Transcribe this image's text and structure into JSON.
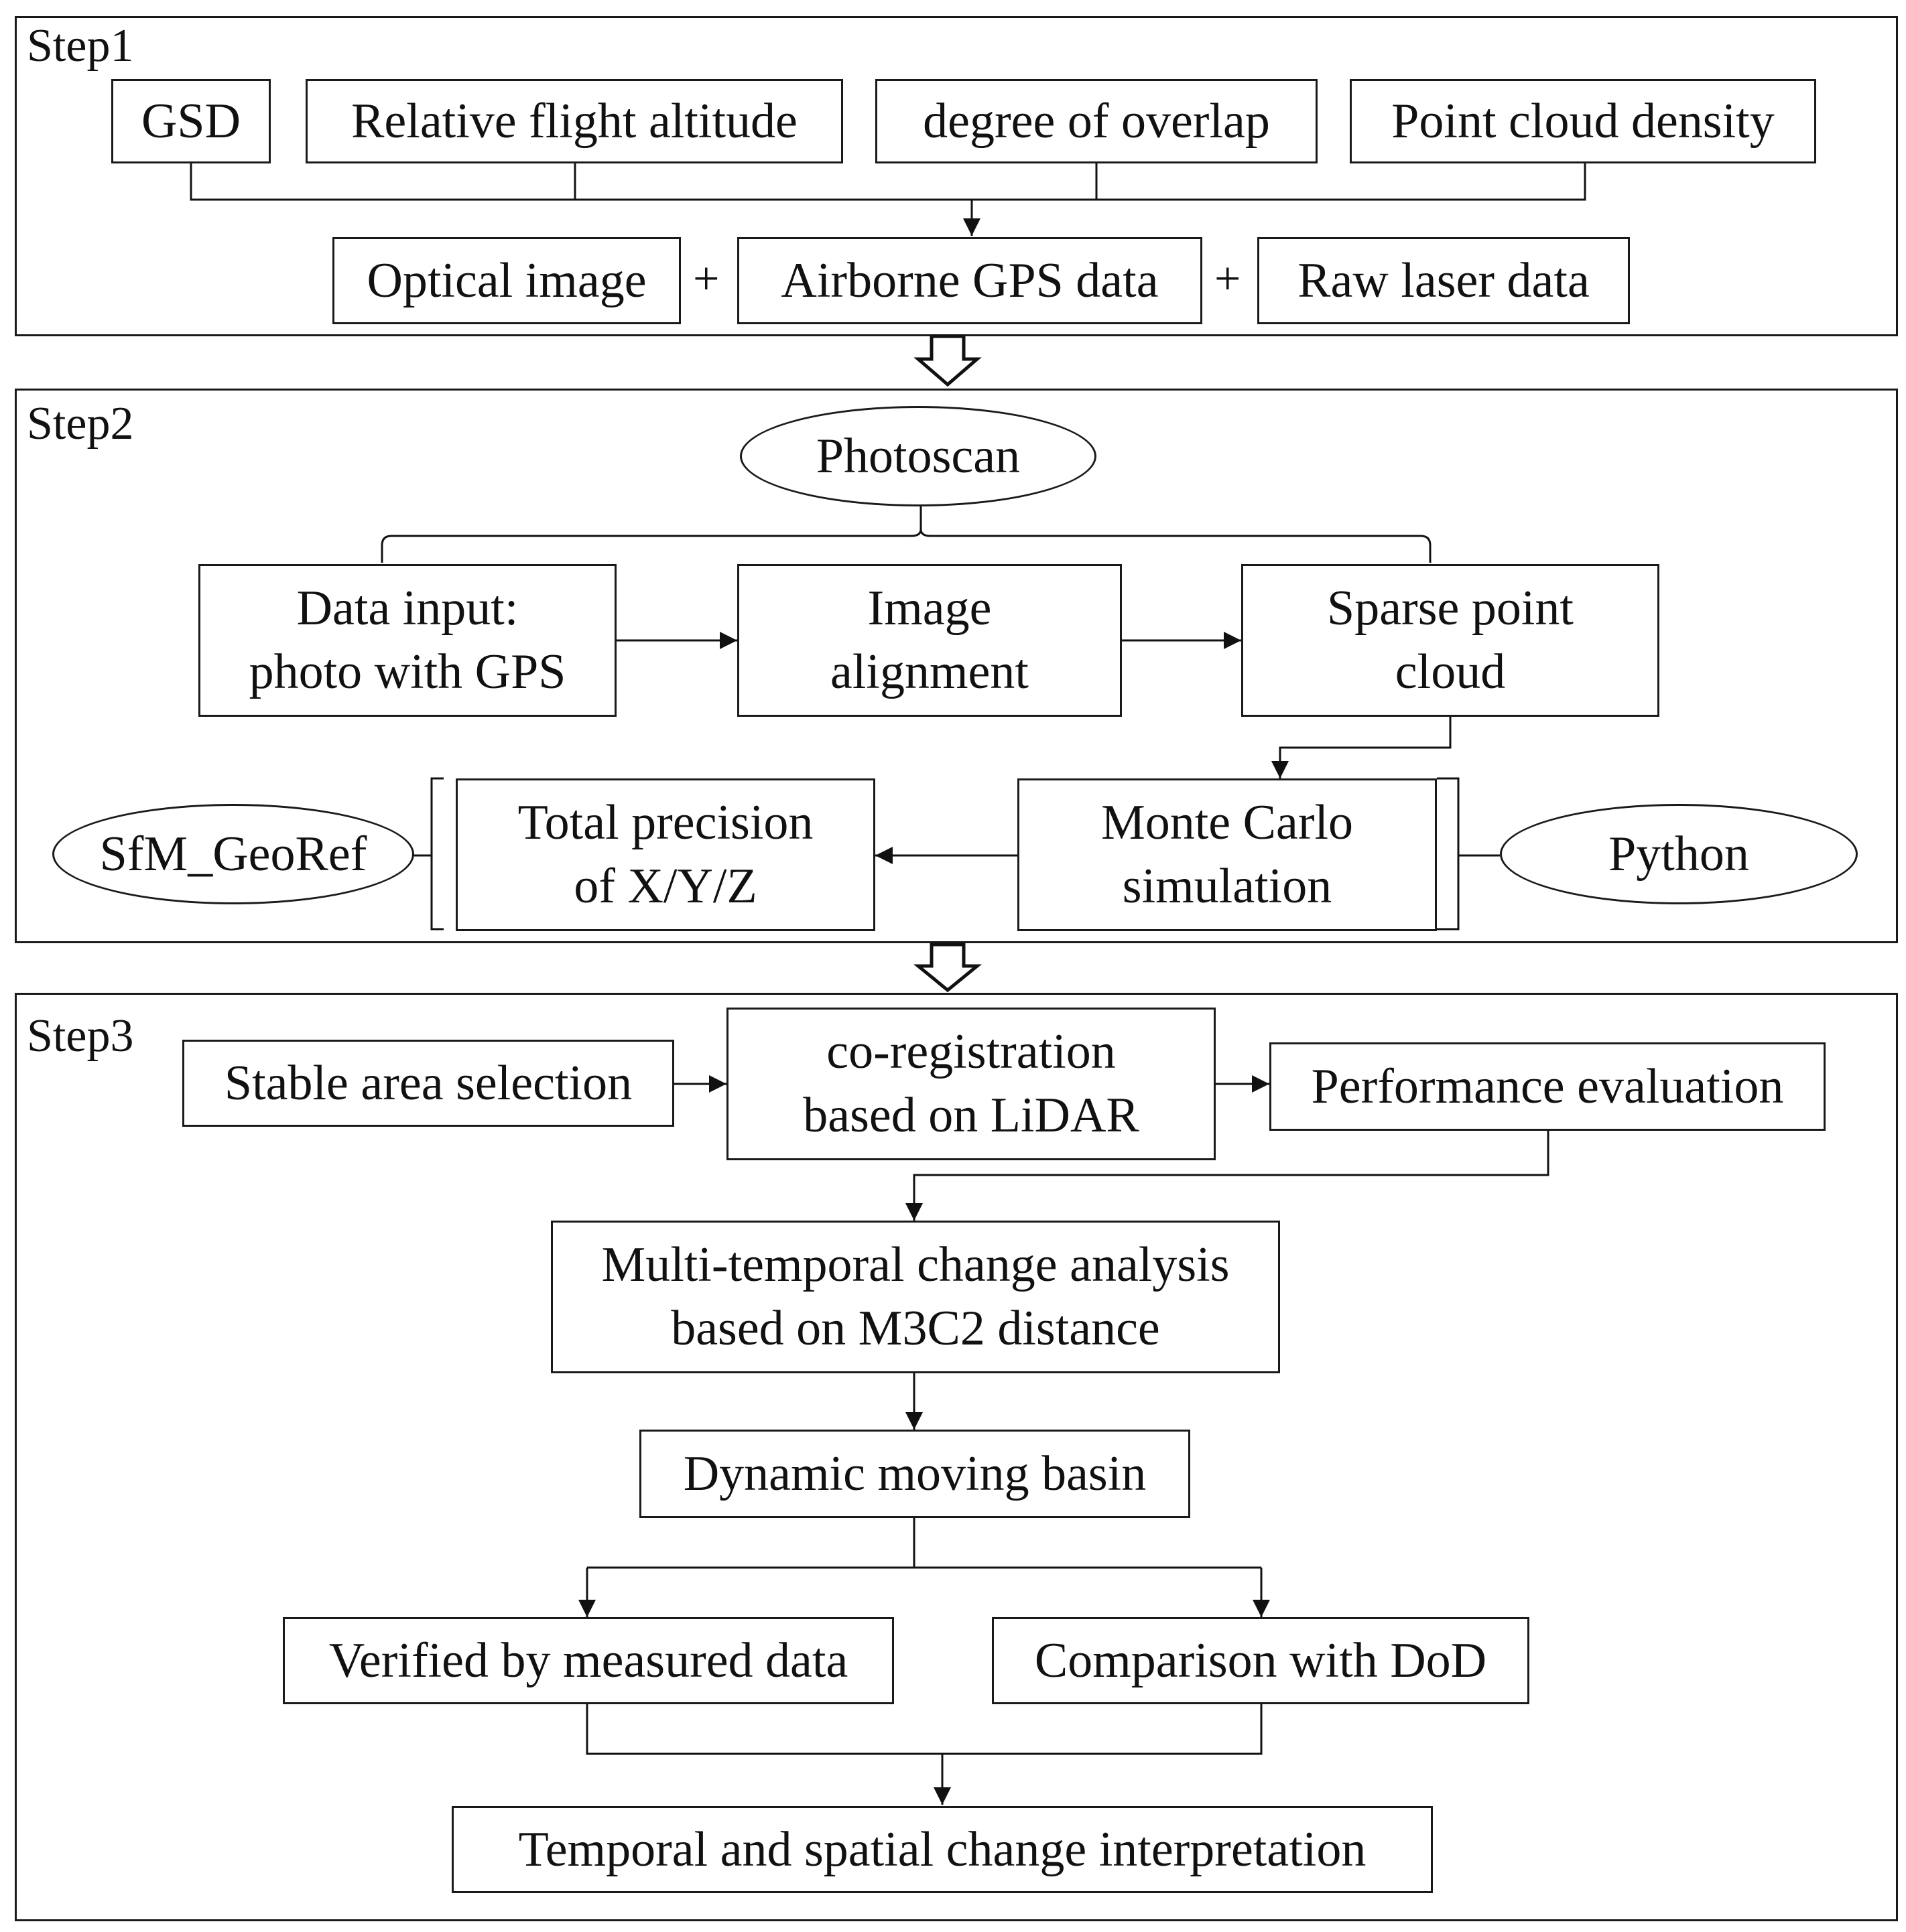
{
  "steps": [
    {
      "label": "Step1"
    },
    {
      "label": "Step2"
    },
    {
      "label": "Step3"
    }
  ],
  "step1": {
    "params": [
      "GSD",
      "Relative flight altitude",
      "degree of overlap",
      "Point cloud density"
    ],
    "inputs": [
      "Optical image",
      "Airborne GPS data",
      "Raw laser data"
    ],
    "plus": "+"
  },
  "step2": {
    "software": "Photoscan",
    "data_input": [
      "Data input:",
      "photo with GPS"
    ],
    "image_alignment": [
      "Image",
      "alignment"
    ],
    "sparse_cloud": [
      "Sparse point",
      "cloud"
    ],
    "monte_carlo": [
      "Monte Carlo",
      "simulation"
    ],
    "total_precision": [
      "Total precision",
      "of X/Y/Z"
    ],
    "sfm_georef": "SfM_GeoRef",
    "python": "Python"
  },
  "step3": {
    "stable_area": "Stable area selection",
    "coregistration": [
      "co-registration",
      "based on LiDAR"
    ],
    "performance": "Performance evaluation",
    "multi_temporal": [
      "Multi-temporal change analysis",
      "based on M3C2 distance"
    ],
    "dynamic_basin": "Dynamic moving basin",
    "verified": "Verified by measured data",
    "comparison": "Comparison with DoD",
    "interpretation": "Temporal and spatial change interpretation"
  }
}
